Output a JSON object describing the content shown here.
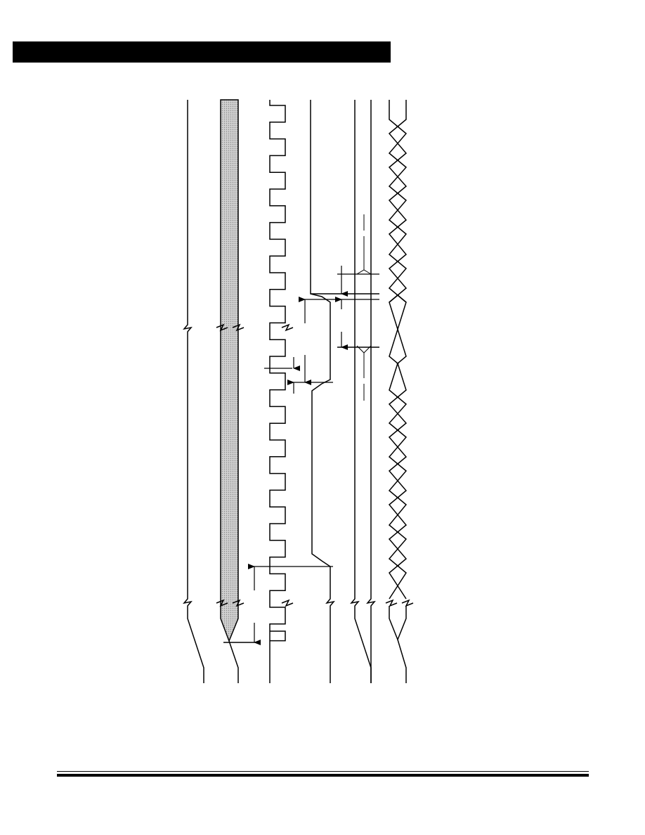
{
  "header": {
    "title": "",
    "bar_color": "#000000"
  },
  "diagram": {
    "type": "timing-diagram",
    "orientation": "rotated-90",
    "signal_count": 7,
    "clock_cycles": 16,
    "bus_transitions": 16,
    "stroke_color": "#000000",
    "shaded_signal_color": "#c4c4c4",
    "labels": []
  },
  "footer": {
    "text": ""
  }
}
